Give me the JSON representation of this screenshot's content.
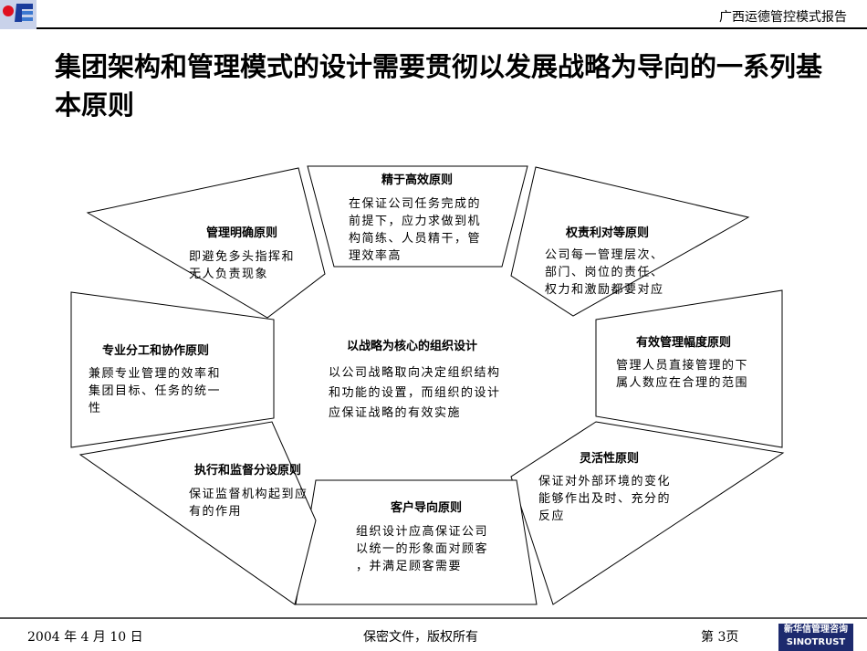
{
  "header": {
    "report": "广西运德管控模式报告"
  },
  "title": "集团架构和管理模式的设计需要贯彻以发展战略为导向的一系列基本原则",
  "center": {
    "heading": "以战略为核心的组织设计",
    "text": [
      "以公司战略取向决定组织结构",
      "和功能的设置，而组织的设计",
      "应保证战略的有效实施"
    ]
  },
  "principles": [
    {
      "heading": "精于高效原则",
      "text": [
        "在保证公司任务完成的",
        "前提下，应力求做到机",
        "构简练、人员精干，管",
        "理效率高"
      ]
    },
    {
      "heading": "权责利对等原则",
      "text": [
        "公司每一管理层次、",
        "部门、岗位的责任、",
        "权力和激励都要对应"
      ]
    },
    {
      "heading": "有效管理幅度原则",
      "text": [
        "管理人员直接管理的下",
        "属人数应在合理的范围"
      ]
    },
    {
      "heading": "灵活性原则",
      "text": [
        "保证对外部环境的变化",
        "能够作出及时、充分的",
        "反应"
      ]
    },
    {
      "heading": "客户导向原则",
      "text": [
        "组织设计应高保证公司",
        "以统一的形象面对顾客",
        "，并满足顾客需要"
      ]
    },
    {
      "heading": "执行和监督分设原则",
      "text": [
        "保证监督机构起到应",
        "有的作用"
      ]
    },
    {
      "heading": "专业分工和协作原则",
      "text": [
        "兼顾专业管理的效率和",
        "集团目标、任务的统一",
        "性"
      ]
    },
    {
      "heading": "管理明确原则",
      "text": [
        "即避免多头指挥和",
        "无人负责现象"
      ]
    }
  ],
  "footer": {
    "date": "2004 年 4 月 10 日",
    "confidential": "保密文件，版权所有",
    "page": "第 3页",
    "brand": "新华信管理咨询",
    "brand_en": "SINOTRUST"
  }
}
